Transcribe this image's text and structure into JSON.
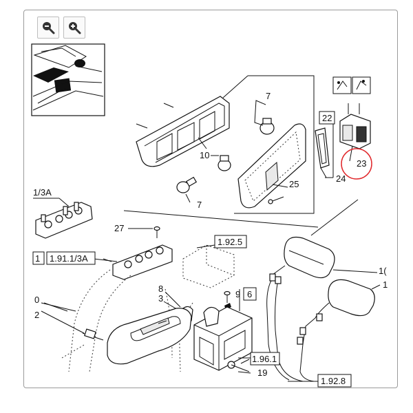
{
  "toolbar": {
    "zoom_out_icon": "zoom-out-icon",
    "zoom_in_icon": "zoom-in-icon"
  },
  "callouts": {
    "c7a": "7",
    "c10": "10",
    "c7b": "7",
    "c25": "25",
    "c22": "22",
    "c23": "23",
    "c24": "24",
    "c27": "27",
    "c8": "8",
    "c3": "3",
    "c9": "9",
    "c6": "6",
    "c0": "0",
    "c2": "2",
    "c19": "19",
    "c1": "1",
    "c1_right_a": "1(",
    "c1_right_b": "1"
  },
  "references": {
    "r13a": "1/3A",
    "r1913a": "1.91.1/3A",
    "r1925": "1.92.5",
    "r1961": "1.96.1",
    "r1928": "1.92.8"
  },
  "highlight_color": "#e0262a"
}
